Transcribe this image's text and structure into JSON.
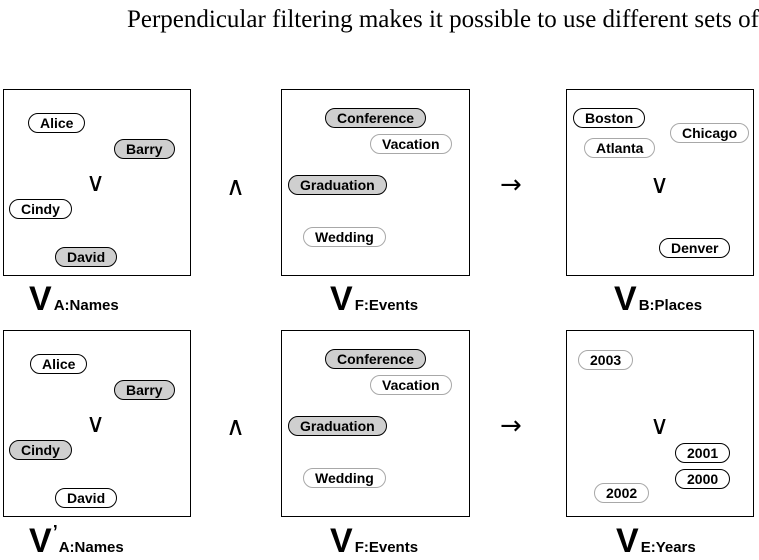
{
  "intro_text": "Perpendicular filtering makes it possible to use different sets of",
  "symbols": {
    "or": "∨",
    "and": "∧",
    "implies": "→"
  },
  "rows": [
    {
      "boxes": [
        {
          "label_main": "V",
          "label_prime": "",
          "label_sub": "A:Names",
          "items": [
            {
              "text": "Alice",
              "style": "strong"
            },
            {
              "text": "Barry",
              "style": "shaded"
            },
            {
              "text": "Cindy",
              "style": "strong"
            },
            {
              "text": "David",
              "style": "shaded"
            }
          ]
        },
        {
          "label_main": "V",
          "label_prime": "",
          "label_sub": "F:Events",
          "items": [
            {
              "text": "Conference",
              "style": "shaded"
            },
            {
              "text": "Vacation",
              "style": "faint"
            },
            {
              "text": "Graduation",
              "style": "shaded"
            },
            {
              "text": "Wedding",
              "style": "faint"
            }
          ]
        },
        {
          "label_main": "V",
          "label_prime": "",
          "label_sub": "B:Places",
          "items": [
            {
              "text": "Boston",
              "style": "strong"
            },
            {
              "text": "Chicago",
              "style": "faint"
            },
            {
              "text": "Atlanta",
              "style": "faint"
            },
            {
              "text": "Denver",
              "style": "strong"
            }
          ]
        }
      ]
    },
    {
      "boxes": [
        {
          "label_main": "V",
          "label_prime": "’",
          "label_sub": "A:Names",
          "items": [
            {
              "text": "Alice",
              "style": "strong"
            },
            {
              "text": "Barry",
              "style": "shaded"
            },
            {
              "text": "Cindy",
              "style": "shaded"
            },
            {
              "text": "David",
              "style": "strong"
            }
          ]
        },
        {
          "label_main": "V",
          "label_prime": "",
          "label_sub": "F:Events",
          "items": [
            {
              "text": "Conference",
              "style": "shaded"
            },
            {
              "text": "Vacation",
              "style": "faint"
            },
            {
              "text": "Graduation",
              "style": "shaded"
            },
            {
              "text": "Wedding",
              "style": "faint"
            }
          ]
        },
        {
          "label_main": "V",
          "label_prime": "",
          "label_sub": "E:Years",
          "items": [
            {
              "text": "2003",
              "style": "faint"
            },
            {
              "text": "2001",
              "style": "strong"
            },
            {
              "text": "2000",
              "style": "strong"
            },
            {
              "text": "2002",
              "style": "faint"
            }
          ]
        }
      ]
    }
  ]
}
